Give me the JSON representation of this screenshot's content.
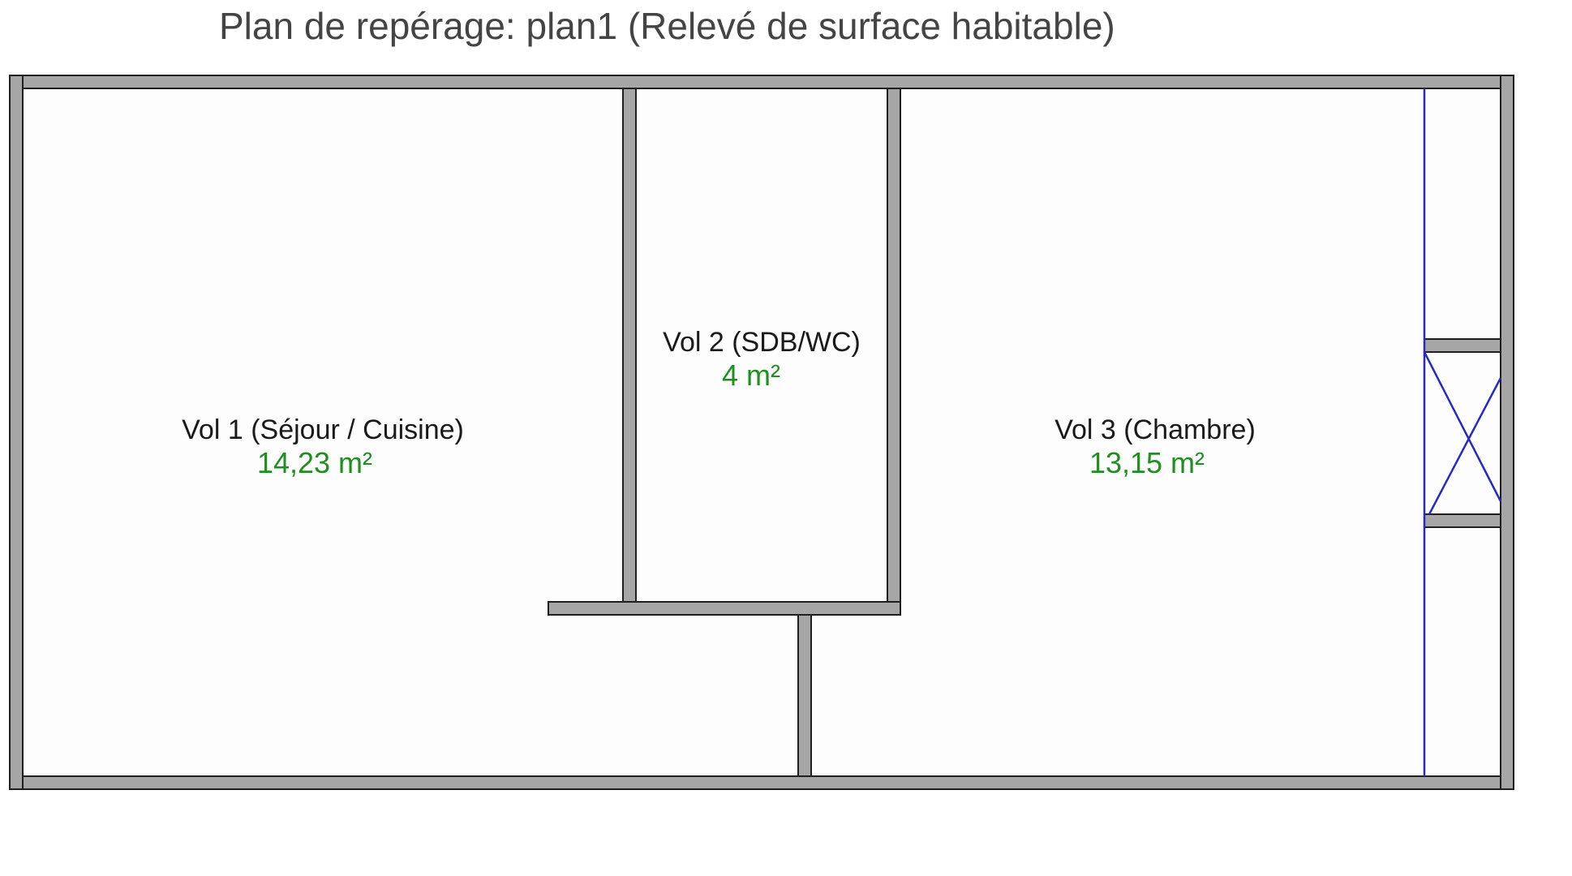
{
  "title": "Plan de repérage: plan1 (Relevé de surface habitable)",
  "colors": {
    "wall_fill": "#a6a6a6",
    "wall_stroke": "#1f1f1f",
    "floor": "#fdfdfd",
    "area_text": "#1f8f1f",
    "closet_lines": "#2828c8"
  },
  "rooms": [
    {
      "name": "Vol 1 (Séjour / Cuisine)",
      "area": "14,23 m²"
    },
    {
      "name": "Vol 2 (SDB/WC)",
      "area": "4 m²"
    },
    {
      "name": "Vol 3 (Chambre)",
      "area": "13,15 m²"
    }
  ]
}
